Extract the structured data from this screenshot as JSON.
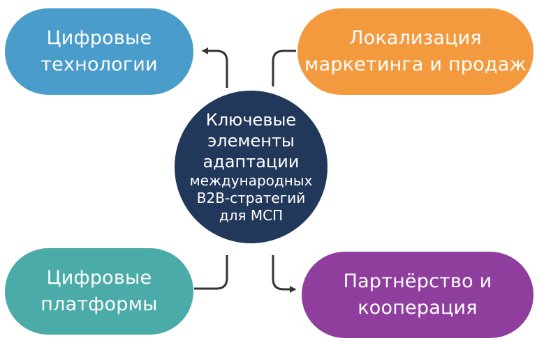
{
  "center": {
    "line1": "Ключевые",
    "line2": "элементы",
    "line3": "адаптации",
    "line4": "международных",
    "line5": "B2B-стратегий",
    "line6": "для МСП"
  },
  "nodes": {
    "top_left": {
      "line1": "Цифровые",
      "line2": "технологии",
      "color": "#4a9ccb"
    },
    "top_right": {
      "line1": "Локализация",
      "line2": "маркетинга и продаж",
      "color": "#f49a3e"
    },
    "bottom_left": {
      "line1": "Цифровые",
      "line2": "платформы",
      "color": "#4aaba9"
    },
    "bottom_right": {
      "line1": "Партнёрство и",
      "line2": "кооперация",
      "color": "#8f3e9e"
    }
  },
  "center_color": "#22385a",
  "connector_color": "#333333"
}
